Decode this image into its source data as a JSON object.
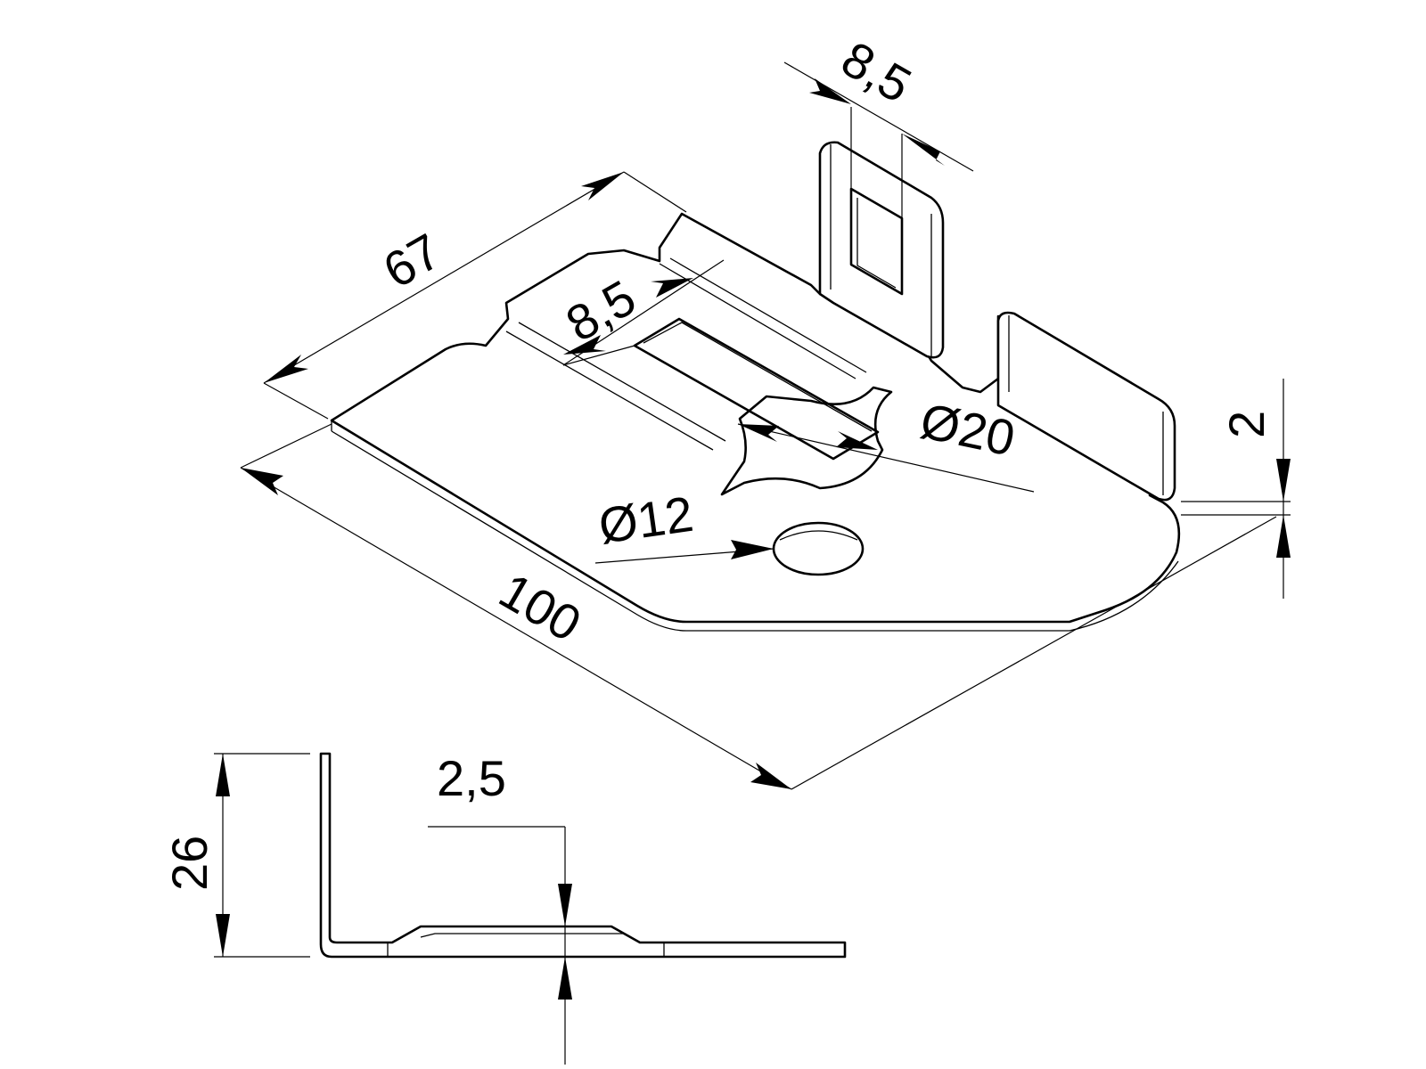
{
  "dimensions": {
    "slot_width_tab": "8,5",
    "width": "67",
    "slot_width_base": "8,5",
    "hole_large": "Ø20",
    "hole_small": "Ø12",
    "length": "100",
    "thickness": "2",
    "height": "26",
    "offset": "2,5"
  }
}
